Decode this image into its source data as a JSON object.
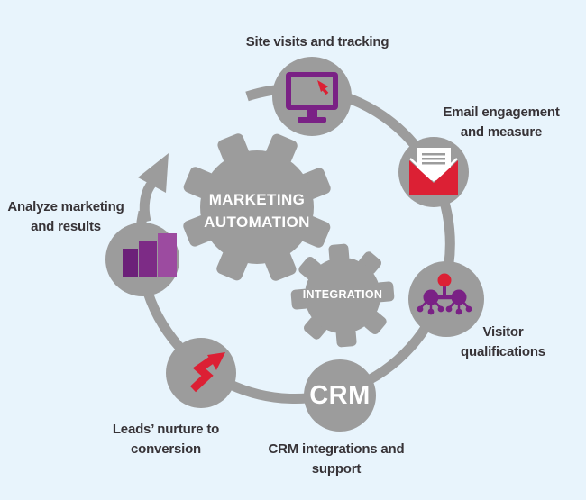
{
  "gears": {
    "marketing": {
      "line1": "MARKETING",
      "line2": "AUTOMATION"
    },
    "integration": {
      "label": "INTEGRATION"
    }
  },
  "crm_node": {
    "label": "CRM"
  },
  "labels": {
    "site_visits": {
      "line1": "Site visits and tracking"
    },
    "email": {
      "line1": "Email engagement",
      "line2": "and measure"
    },
    "visitor": {
      "line1": "Visitor",
      "line2": "qualifications"
    },
    "crm": {
      "line1": "CRM integrations and",
      "line2": "support"
    },
    "leads": {
      "line1": "Leads’ nurture to",
      "line2": "conversion"
    },
    "analyze": {
      "line1": "Analyze marketing",
      "line2": "and results"
    }
  },
  "icons": {
    "site_visits": "monitor-cursor-icon",
    "email": "open-envelope-icon",
    "visitor": "network-nodes-icon",
    "leads": "zigzag-arrow-icon",
    "analyze": "bar-chart-icon",
    "cycle": "circular-arrow-icon"
  },
  "colors": {
    "background": "#e8f4fc",
    "gray": "#9c9c9c",
    "purple": "#7a2185",
    "red": "#dc2034",
    "text": "#373337",
    "white": "#ffffff",
    "bar_dark": "#6c2079",
    "bar_mid": "#7d2b86",
    "bar_light": "#9c4ba0"
  }
}
